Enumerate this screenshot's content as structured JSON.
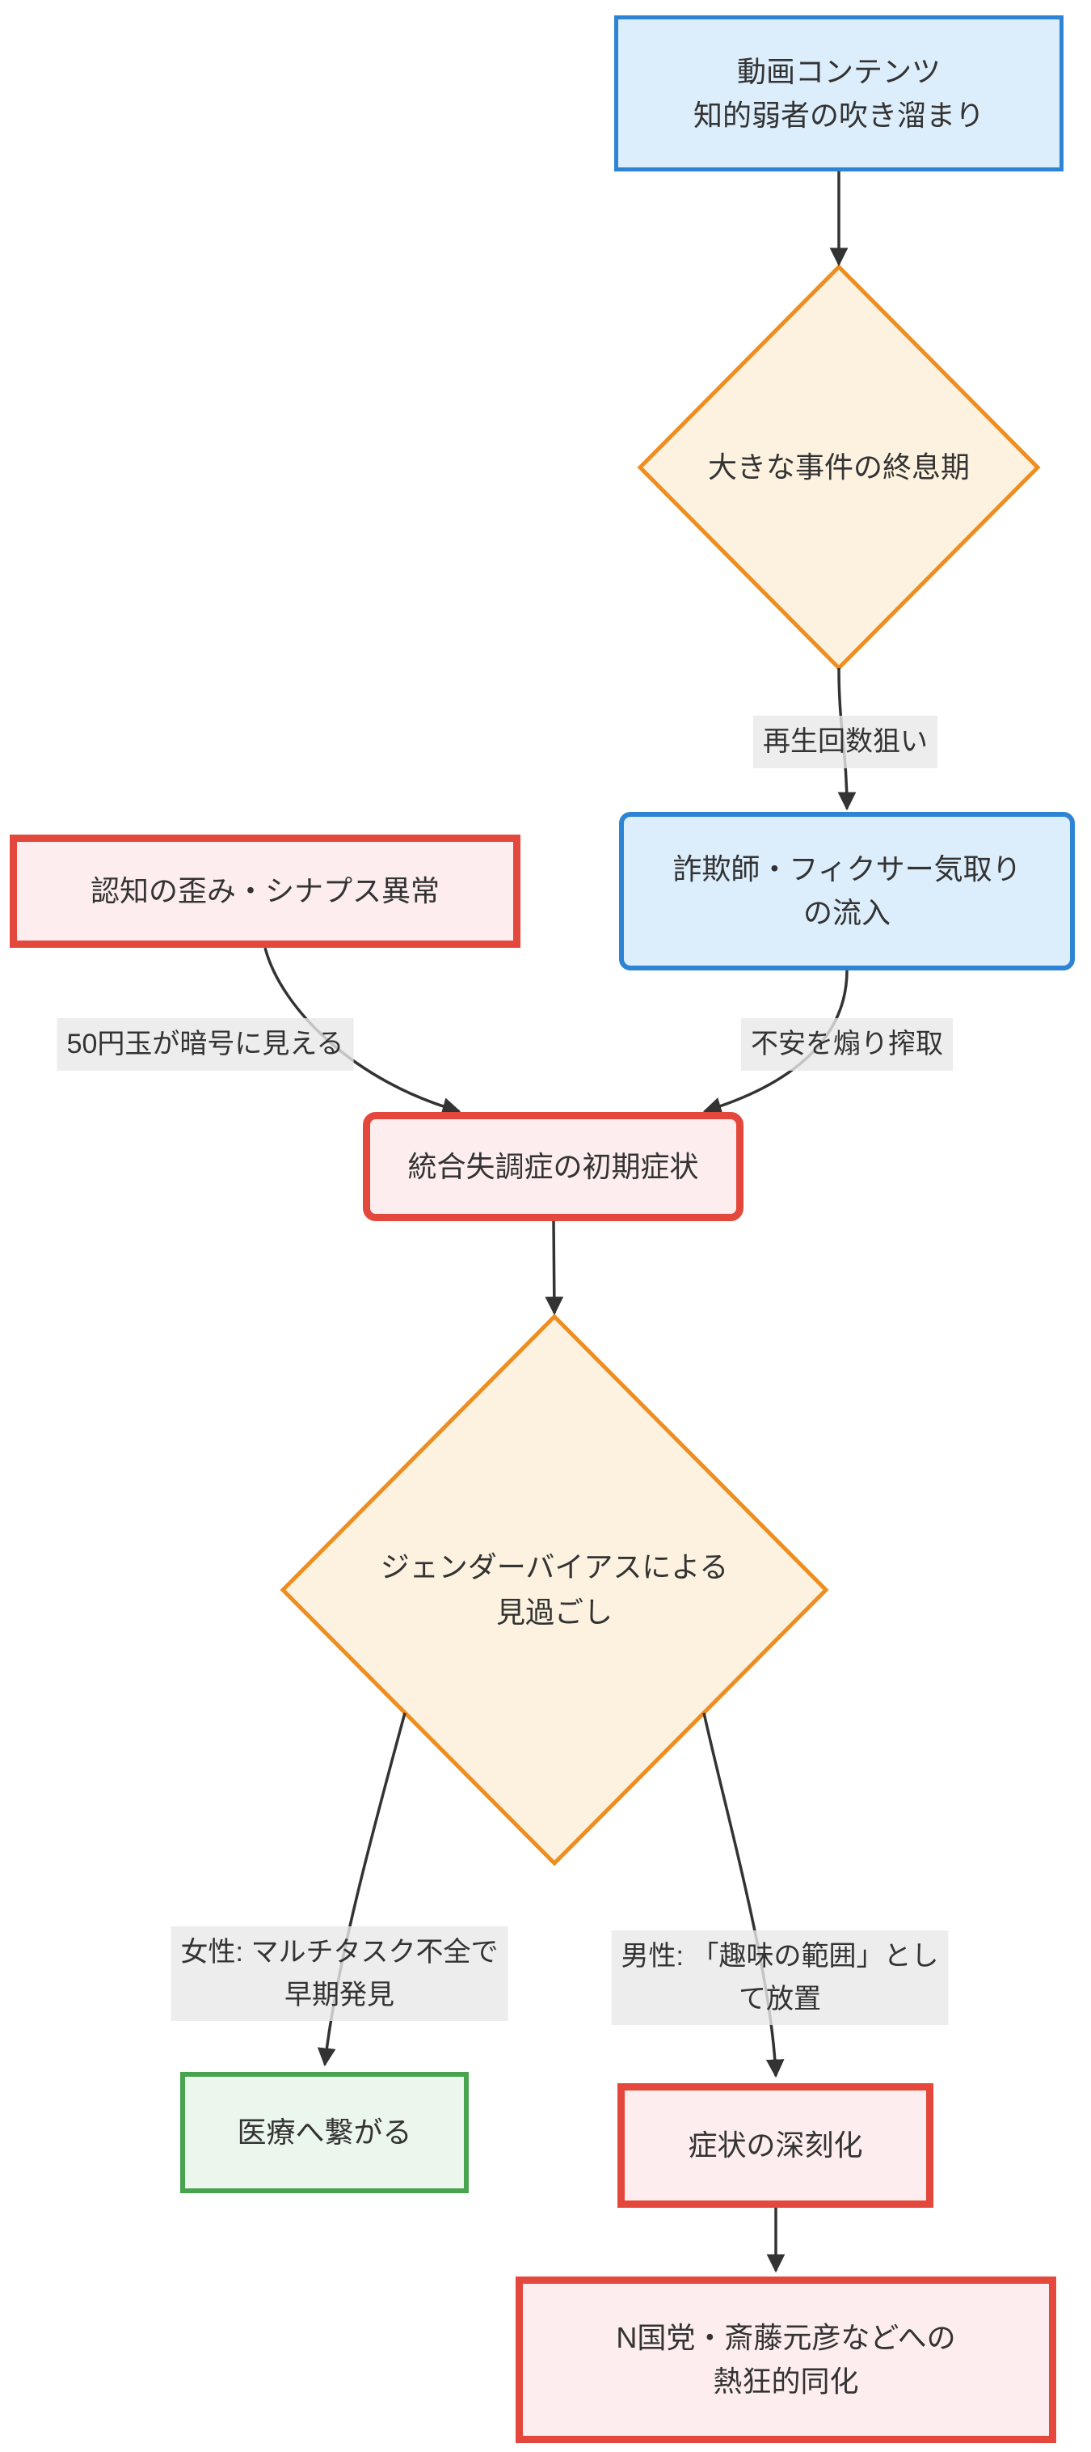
{
  "diagram": {
    "type": "flowchart",
    "direction": "top-down",
    "colors": {
      "blue_border": "#2D84D4",
      "blue_fill": "#DCEDFB",
      "orange_border": "#EE8E20",
      "orange_fill": "#FCF2DF",
      "red_border": "#E4483C",
      "red_fill": "#FDEDEE",
      "green_border": "#48A34F",
      "green_fill": "#EBF6EC",
      "edge_line": "#333333",
      "edge_label_bg": "#E8E8E8",
      "text": "#333333"
    },
    "nodes": [
      {
        "id": "A",
        "shape": "rect",
        "style": "blue",
        "lines": [
          "動画コンテンツ",
          "知的弱者の吹き溜まり"
        ]
      },
      {
        "id": "B",
        "shape": "diamond",
        "style": "orange",
        "lines": [
          "大きな事件の終息期"
        ]
      },
      {
        "id": "C",
        "shape": "rect",
        "style": "red",
        "lines": [
          "認知の歪み・シナプス異常"
        ]
      },
      {
        "id": "D",
        "shape": "rounded",
        "style": "blue",
        "lines": [
          "詐欺師・フィクサー気取り",
          "の流入"
        ]
      },
      {
        "id": "E",
        "shape": "rounded",
        "style": "red",
        "lines": [
          "統合失調症の初期症状"
        ]
      },
      {
        "id": "F",
        "shape": "diamond",
        "style": "orange",
        "lines": [
          "ジェンダーバイアスによる",
          "見過ごし"
        ]
      },
      {
        "id": "G",
        "shape": "rect",
        "style": "green",
        "lines": [
          "医療へ繋がる"
        ]
      },
      {
        "id": "H",
        "shape": "rect",
        "style": "red",
        "lines": [
          "症状の深刻化"
        ]
      },
      {
        "id": "I",
        "shape": "rect",
        "style": "red",
        "lines": [
          "N国党・斎藤元彦などへの",
          "熱狂的同化"
        ]
      }
    ],
    "edges": [
      {
        "from": "A",
        "to": "B",
        "label": ""
      },
      {
        "from": "B",
        "to": "D",
        "label": "再生回数狙い"
      },
      {
        "from": "C",
        "to": "E",
        "label": "50円玉が暗号に見える"
      },
      {
        "from": "D",
        "to": "E",
        "label": "不安を煽り搾取"
      },
      {
        "from": "E",
        "to": "F",
        "label": ""
      },
      {
        "from": "F",
        "to": "G",
        "label_lines": [
          "女性: マルチタスク不全で",
          "早期発見"
        ]
      },
      {
        "from": "F",
        "to": "H",
        "label_lines": [
          "男性: 「趣味の範囲」とし",
          "て放置"
        ]
      },
      {
        "from": "H",
        "to": "I",
        "label": ""
      }
    ]
  }
}
